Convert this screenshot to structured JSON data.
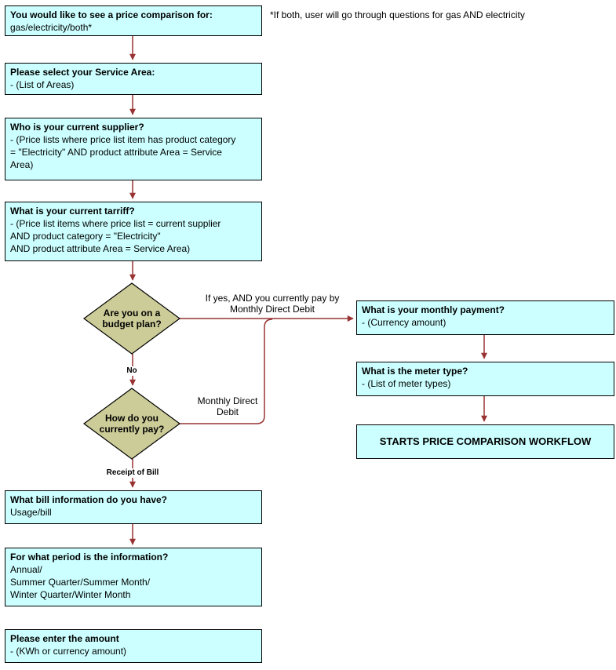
{
  "colors": {
    "box_fill": "#CCFFFF",
    "box_border": "#000000",
    "decision_fill": "#CCCC99",
    "connector": "#993333"
  },
  "annotation": "*If both, user will go through questions for gas AND electricity",
  "flowchart": {
    "boxes": {
      "price_comparison": {
        "title": "You would like to see a price comparison for:",
        "body": "gas/electricity/both*"
      },
      "service_area": {
        "title": "Please select your Service Area:",
        "body": "- (List of Areas)"
      },
      "current_supplier": {
        "title": "Who is your current supplier?",
        "body": "- (Price lists where price list item has product category\n= \"Electricity\" AND product attribute Area = Service\nArea)"
      },
      "current_tariff": {
        "title": "What is your current tarriff?",
        "body": "- (Price list items where price list = current supplier\nAND product category = \"Electricity\"\nAND product attribute Area = Service Area)"
      },
      "monthly_payment": {
        "title": "What is your monthly payment?",
        "body": "- (Currency amount)"
      },
      "meter_type": {
        "title": "What is the meter type?",
        "body": "- (List of meter types)"
      },
      "starts_workflow": {
        "title": "STARTS PRICE COMPARISON WORKFLOW"
      },
      "bill_information": {
        "title": "What bill information do you have?",
        "body": "Usage/bill"
      },
      "period": {
        "title": "For what period is the information?",
        "body": "Annual/\nSummer Quarter/Summer Month/\nWinter Quarter/Winter Month"
      },
      "amount": {
        "title": "Please enter the amount",
        "body": "- (KWh or currency amount)"
      }
    },
    "decisions": {
      "budget_plan": {
        "label": "Are you on a\nbudget plan?"
      },
      "payment_method": {
        "label": "How do you\ncurrently pay?"
      }
    },
    "edge_labels": {
      "budget_yes": "If yes, AND you currently pay by\nMonthly Direct Debit",
      "budget_no": "No",
      "pay_monthly_direct": "Monthly Direct\nDebit",
      "pay_receipt": "Receipt of Bill"
    }
  }
}
